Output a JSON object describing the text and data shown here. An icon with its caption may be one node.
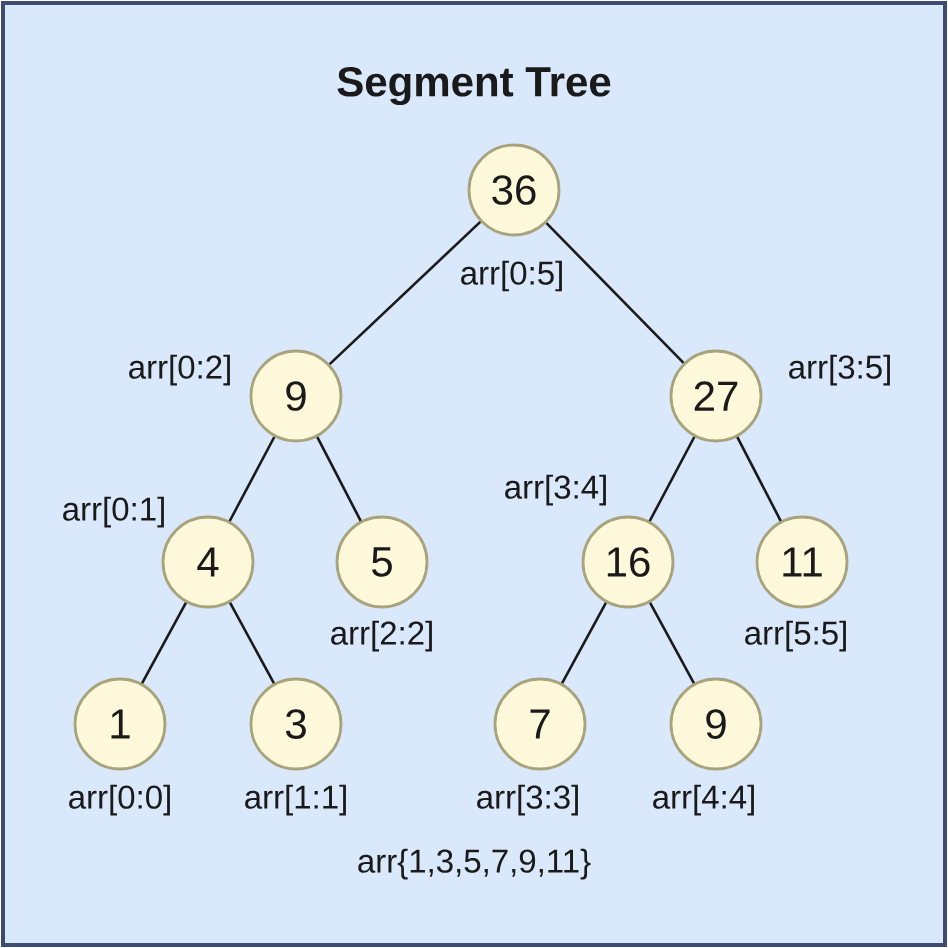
{
  "diagram": {
    "title": "Segment Tree",
    "nodes": [
      {
        "text": [
          "36"
        ],
        "beside": [
          "arr[0:5]"
        ]
      },
      {
        "text": [
          "9"
        ],
        "beside": [
          "arr[0:2]"
        ]
      },
      {
        "text": [
          "27"
        ],
        "beside": [
          "arr[3:5]"
        ]
      },
      {
        "text": [
          "4"
        ],
        "beside": [
          "arr[0:1]"
        ]
      },
      {
        "text": [
          "5"
        ],
        "beside": [
          "arr[2:2]"
        ]
      },
      {
        "text": [
          "16"
        ],
        "beside": [
          "arr[3:4]"
        ]
      },
      {
        "text": [
          "11"
        ],
        "beside": [
          "arr[5:5]"
        ]
      },
      {
        "text": [
          "1"
        ],
        "beside": [
          "arr[0:0]"
        ]
      },
      {
        "text": [
          "3"
        ],
        "beside": [
          "arr[1:1]"
        ]
      },
      {
        "text": [
          "7"
        ],
        "beside": [
          "arr[3:3]"
        ]
      },
      {
        "text": [
          "9"
        ],
        "beside": [
          "arr[4:4]"
        ]
      }
    ],
    "edges": [
      {
        "from": 0,
        "to": 1,
        "arrow": "none"
      },
      {
        "from": 0,
        "to": 2,
        "arrow": "none"
      },
      {
        "from": 1,
        "to": 3,
        "arrow": "none"
      },
      {
        "from": 1,
        "to": 4,
        "arrow": "none"
      },
      {
        "from": 2,
        "to": 5,
        "arrow": "none"
      },
      {
        "from": 2,
        "to": 6,
        "arrow": "none"
      },
      {
        "from": 3,
        "to": 7,
        "arrow": "none"
      },
      {
        "from": 3,
        "to": 8,
        "arrow": "none"
      },
      {
        "from": 5,
        "to": 9,
        "arrow": "none"
      },
      {
        "from": 5,
        "to": 10,
        "arrow": "none"
      }
    ],
    "labels": [
      "arr{1,3,5,7,9,11}"
    ]
  }
}
